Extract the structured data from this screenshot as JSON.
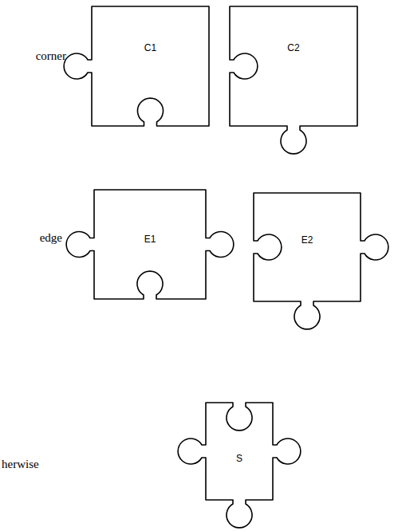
{
  "diagram": {
    "nodes": [
      {
        "text": [
          "C1"
        ]
      },
      {
        "text": [
          "C2"
        ]
      },
      {
        "text": [
          "E1"
        ]
      },
      {
        "text": [
          "E2"
        ]
      },
      {
        "text": [
          "S"
        ]
      }
    ],
    "labels": [
      "corner",
      "edge",
      "herwise"
    ]
  }
}
